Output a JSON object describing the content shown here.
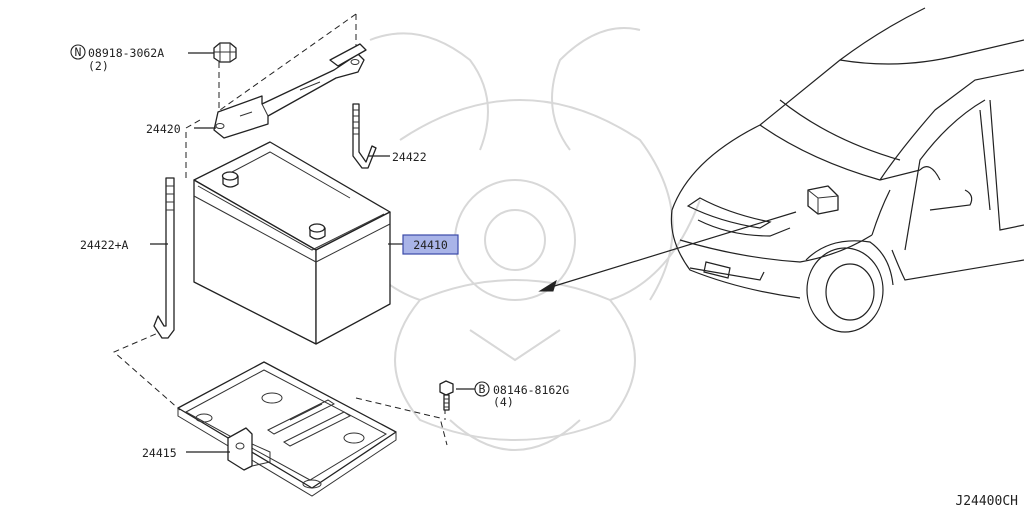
{
  "diagram": {
    "callouts": {
      "nut": {
        "code": "08918-3062A",
        "qty": "(2)",
        "symbol": "N"
      },
      "bolt": {
        "code": "08146-8162G",
        "qty": "(4)",
        "symbol": "B"
      },
      "bracket": "24420",
      "rod_right": "24422",
      "rod_left": "24422+A",
      "battery": "24410",
      "tray": "24415"
    },
    "figure_id": "J24400CH",
    "colors": {
      "highlight": "#a9b4e8",
      "line": "#222222",
      "watermark": "#d8d8d8"
    }
  }
}
